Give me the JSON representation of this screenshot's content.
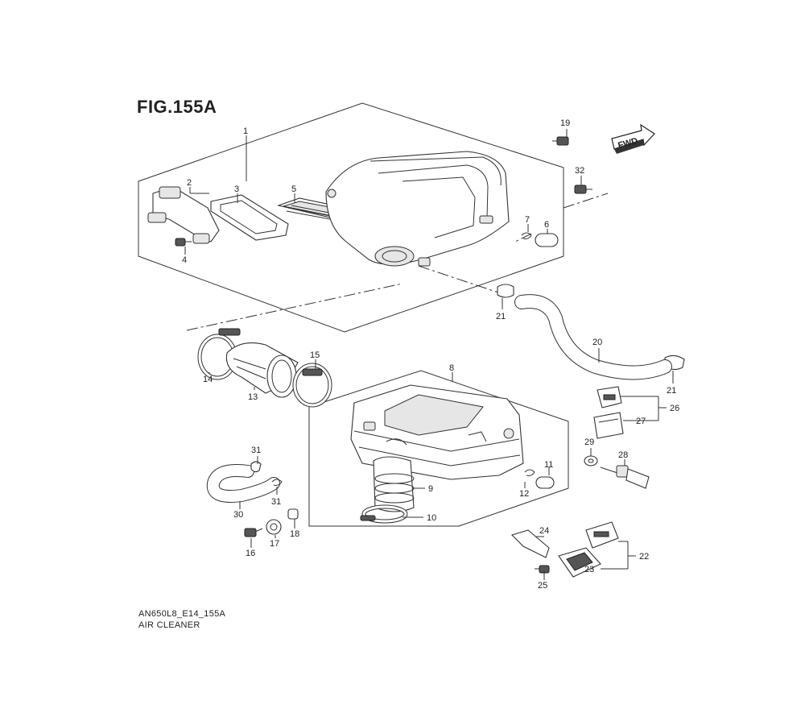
{
  "figure": {
    "title": "FIG.155A",
    "fwd_label": "FWD"
  },
  "footer": {
    "code": "AN650L8_E14_155A",
    "name": "AIR CLEANER"
  },
  "callouts": [
    "1",
    "2",
    "3",
    "4",
    "5",
    "6",
    "7",
    "8",
    "9",
    "10",
    "11",
    "12",
    "13",
    "14",
    "15",
    "16",
    "17",
    "18",
    "19",
    "20",
    "21",
    "22",
    "23",
    "24",
    "25",
    "26",
    "27",
    "28",
    "29",
    "30",
    "31",
    "32"
  ]
}
